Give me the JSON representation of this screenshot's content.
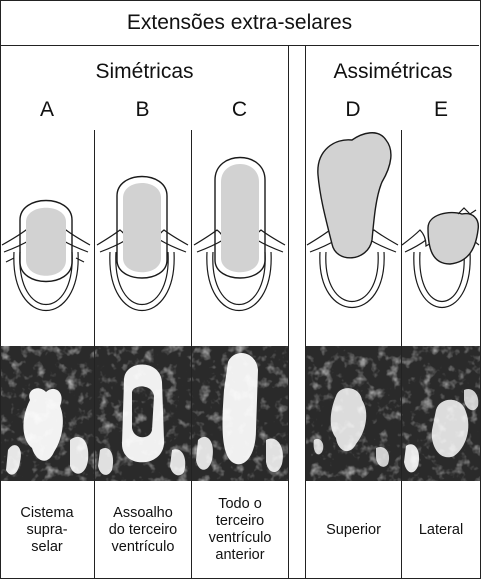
{
  "title": "Extensões extra-selares",
  "groups": [
    {
      "label": "Simétricas"
    },
    {
      "label": "Assimétricas"
    }
  ],
  "columns": [
    {
      "letter": "A",
      "caption": [
        "Cistema",
        "supra-",
        "selar"
      ]
    },
    {
      "letter": "B",
      "caption": [
        "Assoalho",
        "do terceiro",
        "ventrículo"
      ]
    },
    {
      "letter": "C",
      "caption": [
        "Todo o",
        "terceiro",
        "ventrículo",
        "anterior"
      ]
    },
    {
      "letter": "D",
      "caption": [
        "Superior"
      ]
    },
    {
      "letter": "E",
      "caption": [
        "Lateral"
      ]
    }
  ],
  "colors": {
    "tumor_fill": "#d2d2d2",
    "line": "#1a1a1a",
    "mri_bg": "#2a2a2a",
    "mri_bright": "#f2f2f2"
  }
}
